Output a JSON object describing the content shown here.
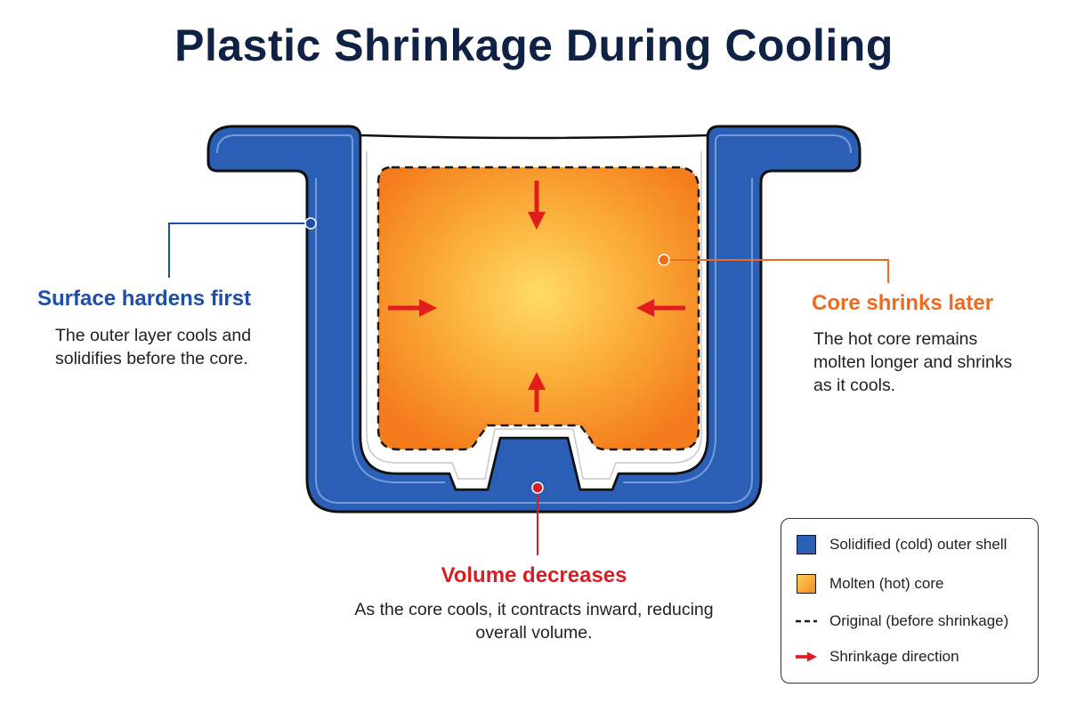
{
  "title": "Plastic Shrinkage During Cooling",
  "colors": {
    "shell": "#2a5fb5",
    "shell_dark": "#1d4a9a",
    "core_hot": "#ffd85e",
    "core_edge": "#f47f1c",
    "arrow": "#e21b1b",
    "left_callout": "#1f4ea8",
    "right_callout": "#ee6a1c",
    "bottom_callout": "#d81e25"
  },
  "callouts": {
    "left": {
      "heading": "Surface hardens first",
      "body": "The outer layer cools and solidifies before the core."
    },
    "right": {
      "heading": "Core shrinks later",
      "body": "The hot core remains molten longer and shrinks as it cools."
    },
    "bottom": {
      "heading": "Volume decreases",
      "body": "As the core cools, it contracts inward, reducing overall volume."
    }
  },
  "legend": [
    {
      "icon": "shell-swatch-icon",
      "label": "Solidified (cold) outer shell"
    },
    {
      "icon": "core-swatch-icon",
      "label": "Molten (hot) core"
    },
    {
      "icon": "dashed-line-icon",
      "label": "Original (before shrinkage)"
    },
    {
      "icon": "red-arrow-icon",
      "label": "Shrinkage direction"
    }
  ]
}
